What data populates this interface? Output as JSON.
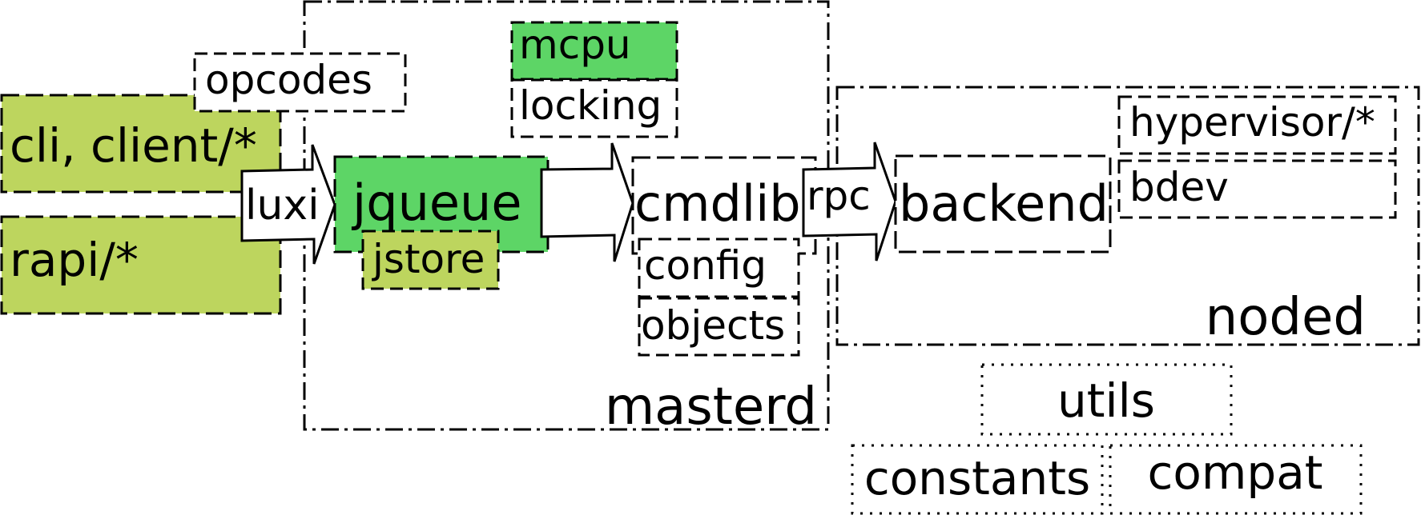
{
  "colors": {
    "light_green": "#bdd55e",
    "bright_green": "#5dd566",
    "stroke": "#000000",
    "background": "#ffffff"
  },
  "line_styles": {
    "dash_dot": "daemon boundary",
    "dashed": "module",
    "dotted": "shared library module"
  },
  "containers": {
    "masterd": "masterd",
    "noded": "noded"
  },
  "modules": {
    "opcodes": "opcodes",
    "cli_client": "cli, client/*",
    "rapi": "rapi/*",
    "jqueue": "jqueue",
    "jstore": "jstore",
    "mcpu": "mcpu",
    "locking": "locking",
    "cmdlib": "cmdlib",
    "config": "config",
    "objects": "objects",
    "backend": "backend",
    "hypervisor": "hypervisor/*",
    "bdev": "bdev",
    "utils": "utils",
    "constants": "constants",
    "compat": "compat"
  },
  "arrows": {
    "luxi": "luxi",
    "jqueue_to_cmdlib": "",
    "rpc": "rpc"
  }
}
